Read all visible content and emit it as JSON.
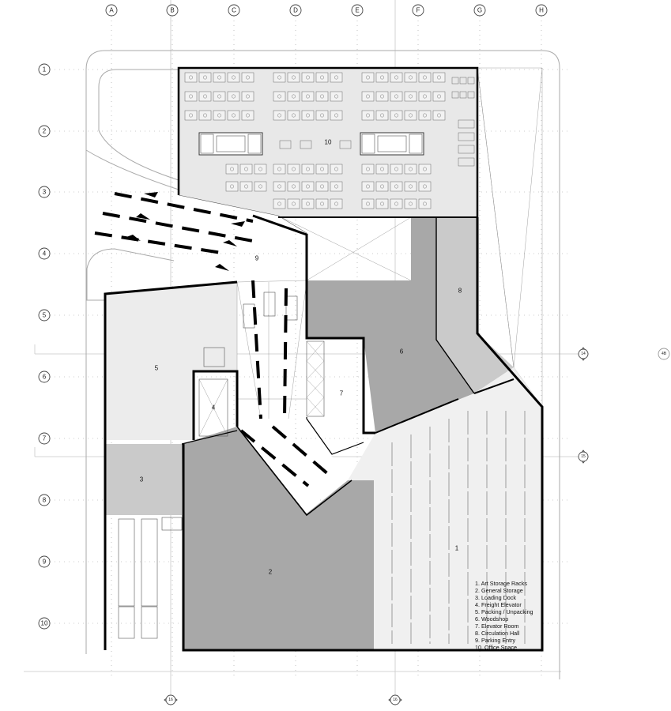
{
  "grid": {
    "columns": [
      "A",
      "B",
      "C",
      "D",
      "E",
      "F",
      "G",
      "H"
    ],
    "rows": [
      "1",
      "2",
      "3",
      "4",
      "5",
      "6",
      "7",
      "8",
      "9",
      "10"
    ],
    "section_markers": [
      "14",
      "15",
      "16",
      "16"
    ],
    "corner_marker": "4B"
  },
  "rooms": [
    {
      "number": "1"
    },
    {
      "number": "2"
    },
    {
      "number": "3"
    },
    {
      "number": "4"
    },
    {
      "number": "5"
    },
    {
      "number": "6"
    },
    {
      "number": "7"
    },
    {
      "number": "8"
    },
    {
      "number": "9"
    },
    {
      "number": "10"
    }
  ],
  "legend": [
    "1. Art Storage Racks",
    "2. General Storage",
    "3. Loading Dock",
    "4. Freight Elevator",
    "5. Packing / Unpacking",
    "6. Woodshop",
    "7. Elevator Room",
    "8. Circulation Hall",
    "9. Parking Entry",
    "10. Office Space"
  ],
  "colors": {
    "office_fill": "#e8e8e8",
    "dark_fill": "#a8a8a8",
    "medium_fill": "#cacaca",
    "light_fill": "#ececec",
    "racks_fill": "#f0f0f0",
    "wall": "#000000"
  }
}
